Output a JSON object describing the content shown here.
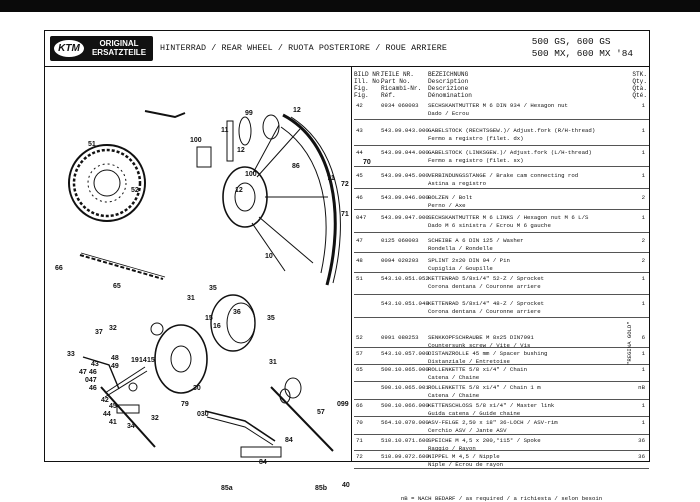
{
  "logo": {
    "mark": "KTM",
    "line1": "ORIGINAL",
    "line2": "ERSATZTEILE"
  },
  "title": "HINTERRAD / REAR WHEEL / RUOTA POSTERIORE / ROUE ARRIERE",
  "models": {
    "line1": "500 GS, 600 GS",
    "line2": "500 MX, 600 MX '84"
  },
  "table_header": {
    "col1": [
      "BILD NR.",
      "Ill. No.",
      "Fig.",
      "Fig."
    ],
    "col2": [
      "TEILE NR.",
      "Part No.",
      "Ricambi-Nr.",
      "Réf."
    ],
    "col3": [
      "BEZEICHNUNG",
      "Description",
      "Descrizione",
      "Dénomination"
    ],
    "col4": [
      "STK.",
      "Qty.",
      "Qtà.",
      "Qté."
    ]
  },
  "rows": [
    {
      "fig": "42",
      "part": "0934 060003",
      "desc": [
        "SECHSKANTMUTTER M 6 DIN 934 / Hexagon nut",
        "Dado / Ecrou"
      ],
      "qty": "1"
    },
    {
      "fig": "43",
      "part": "543.09.043.000",
      "desc": [
        "GABELSTOCK (RECHTSGEW.)/ Adjust.fork (R/H-thread)",
        "Fermo a registro (filet. dx)"
      ],
      "qty": "1"
    },
    {
      "fig": "44",
      "part": "543.09.044.000",
      "desc": [
        "GABELSTOCK (LINKSGEW.)/ Adjust.fork (L/H-thread)",
        "Fermo a registro (filet. sx)"
      ],
      "qty": "1"
    },
    {
      "fig": "45",
      "part": "543.09.045.000",
      "desc": [
        "VERBINDUNGSSTANGE / Brake cam connecting rod",
        "Astina a registro"
      ],
      "qty": "1"
    },
    {
      "fig": "46",
      "part": "543.09.046.000",
      "desc": [
        "BOLZEN / Bolt",
        "Perno / Axe"
      ],
      "qty": "2"
    },
    {
      "fig": "047",
      "part": "543.09.047.000",
      "desc": [
        "SECHSKANTMUTTER M 6 LINKS / Hexagon nut M 6 L/S",
        "Dado M 6 sinistra / Ecrou M 6 gauche"
      ],
      "qty": "1"
    },
    {
      "fig": "47",
      "part": "0125 060003",
      "desc": [
        "SCHEIBE A 6 DIN 125 / Washer",
        "Rondella / Rondelle"
      ],
      "qty": "2"
    },
    {
      "fig": "48",
      "part": "0094 020203",
      "desc": [
        "SPLINT 2x20 DIN 94 / Pin",
        "Cupiglia / Goupille"
      ],
      "qty": "2"
    },
    {
      "fig": "51",
      "part": "543.10.051.052",
      "desc": [
        "KETTENRAD 5/8x1/4\" 52-Z / Sprocket",
        "Corona dentana / Couronne arriere"
      ],
      "qty": "1"
    },
    {
      "fig": "",
      "part": "543.10.051.048",
      "desc": [
        "KETTENRAD 5/8x1/4\" 48-Z / Sprocket",
        "Corona dentana / Couronne arriere"
      ],
      "qty": "1"
    },
    {
      "fig": "52",
      "part": "0991 080253",
      "desc": [
        "SENKKOPFSCHRAUBE M 8x25 DIN7991",
        "Countersunk screw / Vite / Vis"
      ],
      "qty": "6"
    },
    {
      "fig": "57",
      "part": "543.10.057.000",
      "desc": [
        "DISTANZROLLE 45 mm / Spacer bushing",
        "Distanziale / Entretoise"
      ],
      "qty": "1"
    },
    {
      "fig": "65",
      "part": "500.10.065.000",
      "desc": [
        "ROLLENKETTE 5/8 x1/4\" / Chain",
        "Catena / Chaine"
      ],
      "qty": "1"
    },
    {
      "fig": "",
      "part": "500.10.065.001",
      "desc": [
        "ROLLENKETTE 5/8 x1/4\" / Chain      1 m",
        "Catena / Chaine"
      ],
      "qty": "nB"
    },
    {
      "fig": "66",
      "part": "500.10.066.000",
      "desc": [
        "KETTENSCHLOSS 5/8 x1/4\" / Master link",
        "Guida catena / Guide chaine"
      ],
      "qty": "1"
    },
    {
      "fig": "70",
      "part": "564.10.070.000",
      "desc": [
        "ASV-FELGE 2,50 x 18\" 36-LOCH / ASV-rim",
        "Cerchio ASV / Jante ASV"
      ],
      "qty": "1"
    },
    {
      "fig": "71",
      "part": "510.10.071.600",
      "desc": [
        "SPEICHE M 4,5 x 200,°115° / Spoke",
        "Raggio / Rayon"
      ],
      "qty": "36"
    },
    {
      "fig": "72",
      "part": "510.09.072.600",
      "desc": [
        "NIPPEL M 4,5 / Nipple",
        "Niple / Ecrou de rayon"
      ],
      "qty": "36"
    }
  ],
  "side_note": "\"REGINA GOLD\"",
  "footer_note": "nB = NACH BEDARF / as required / a richiesta / selon besoin",
  "page_number": "40",
  "diagram_callouts": [
    "99",
    "12",
    "100",
    "11",
    "12",
    "51",
    "70",
    "86",
    "52",
    "72",
    "71",
    "71",
    "100",
    "12",
    "10",
    "66",
    "65",
    "31",
    "35",
    "36",
    "15",
    "16",
    "35",
    "37",
    "32",
    "33",
    "47",
    "48",
    "49",
    "19",
    "14",
    "15",
    "43",
    "46",
    "047",
    "46",
    "31",
    "42",
    "45",
    "44",
    "79",
    "34",
    "41",
    "32",
    "030",
    "30",
    "57",
    "099",
    "84",
    "84",
    "85a",
    "85b"
  ]
}
